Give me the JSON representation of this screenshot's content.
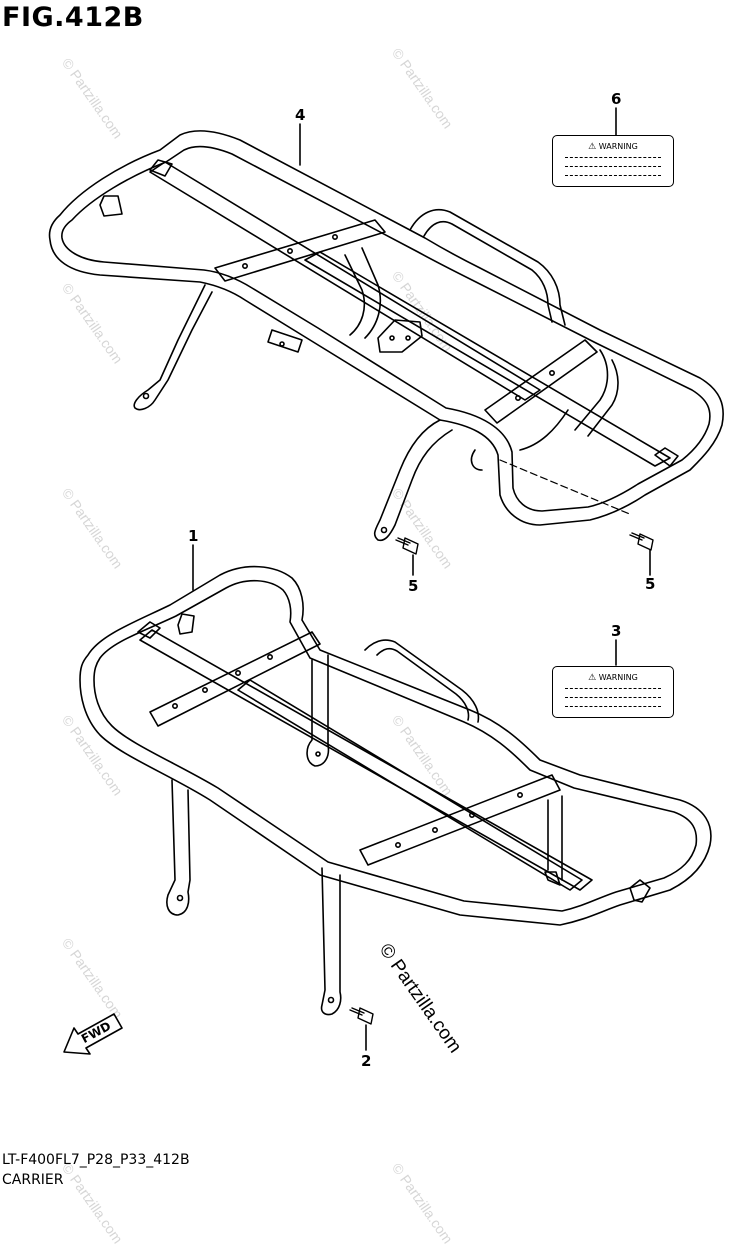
{
  "figure": {
    "title": "FIG.412B"
  },
  "callouts": [
    "1",
    "2",
    "3",
    "4",
    "5",
    "5",
    "6"
  ],
  "warning_label": {
    "text": "WARNING"
  },
  "fwd_label": "FWD",
  "footer": {
    "code": "LT-F400FL7_P28_P33_412B",
    "caption": "CARRIER"
  },
  "watermark": "© Partzilla.com",
  "colors": {
    "line": "#000000",
    "watermark": "#d6d6d6"
  }
}
